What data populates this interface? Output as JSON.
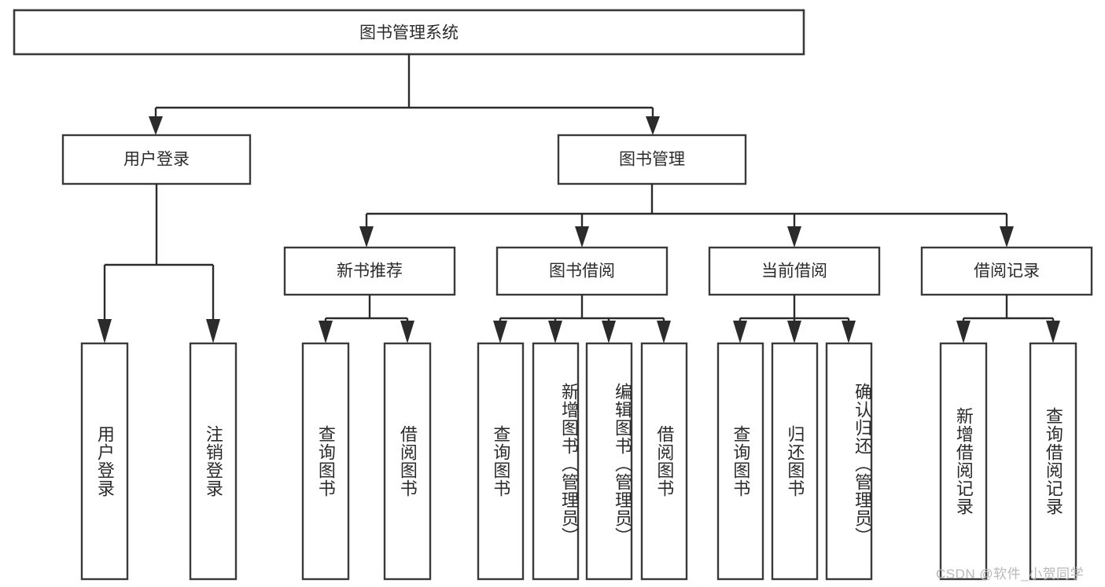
{
  "diagram": {
    "type": "tree-hierarchy-chart",
    "title_node": {
      "label": "图书管理系统"
    },
    "level2": [
      {
        "id": "user-login",
        "label": "用户登录"
      },
      {
        "id": "book-management",
        "label": "图书管理"
      }
    ],
    "level3": [
      {
        "id": "new-book-recommend",
        "label": "新书推荐",
        "parent": "book-management"
      },
      {
        "id": "book-borrow",
        "label": "图书借阅",
        "parent": "book-management"
      },
      {
        "id": "current-borrow",
        "label": "当前借阅",
        "parent": "book-management"
      },
      {
        "id": "borrow-record",
        "label": "借阅记录",
        "parent": "book-management"
      }
    ],
    "leaves": {
      "user-login": [
        {
          "id": "leaf-user-login",
          "label": "用户登录"
        },
        {
          "id": "leaf-logout-login",
          "label": "注销登录"
        }
      ],
      "new-book-recommend": [
        {
          "id": "leaf-query-book-1",
          "label": "查询图书"
        },
        {
          "id": "leaf-borrow-book-1",
          "label": "借阅图书"
        }
      ],
      "book-borrow": [
        {
          "id": "leaf-query-book-2",
          "label": "查询图书"
        },
        {
          "id": "leaf-add-book-admin",
          "label": "新增图书（管理员）"
        },
        {
          "id": "leaf-edit-book-admin",
          "label": "编辑图书（管理员）"
        },
        {
          "id": "leaf-borrow-book-2",
          "label": "借阅图书"
        }
      ],
      "current-borrow": [
        {
          "id": "leaf-query-book-3",
          "label": "查询图书"
        },
        {
          "id": "leaf-return-book",
          "label": "归还图书"
        },
        {
          "id": "leaf-confirm-return-admin",
          "label": "确认归还（管理员）"
        }
      ],
      "borrow-record": [
        {
          "id": "leaf-add-borrow-record",
          "label": "新增借阅记录"
        },
        {
          "id": "leaf-query-borrow-record",
          "label": "查询借阅记录"
        }
      ]
    },
    "colors": {
      "box_stroke": "#3a3a3a",
      "connector": "#2b2b2b",
      "box_fill": "#ffffff",
      "text": "#2b2b2b",
      "background": "#ffffff",
      "watermark": "#b8b8b8"
    }
  },
  "watermark": {
    "text": "CSDN @软件_小贺同学"
  }
}
